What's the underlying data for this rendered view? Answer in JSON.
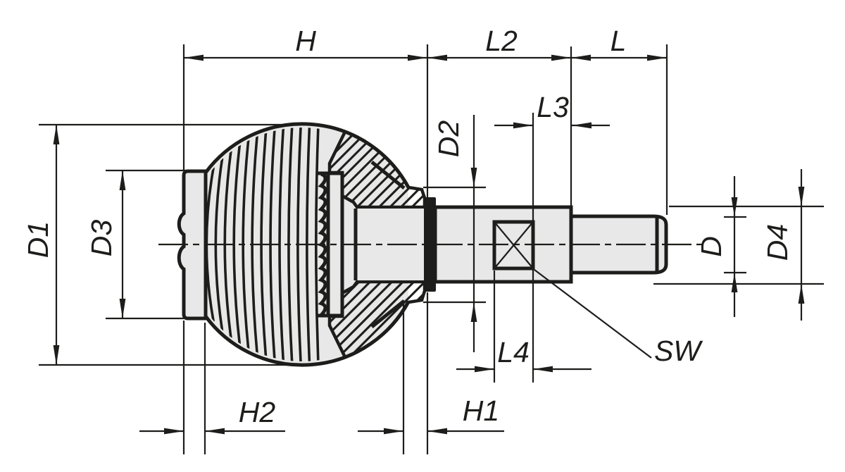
{
  "drawing": {
    "labels": {
      "h": "H",
      "l2": "L2",
      "l": "L",
      "l3": "L3",
      "d2": "D2",
      "d1": "D1",
      "d3": "D3",
      "l4": "L4",
      "sw": "SW",
      "h1": "H1",
      "h2": "H2",
      "d": "D",
      "d4": "D4"
    },
    "colors": {
      "line": "#1d1d1b",
      "fill": "#e8e8e8",
      "background": "#ffffff"
    }
  }
}
